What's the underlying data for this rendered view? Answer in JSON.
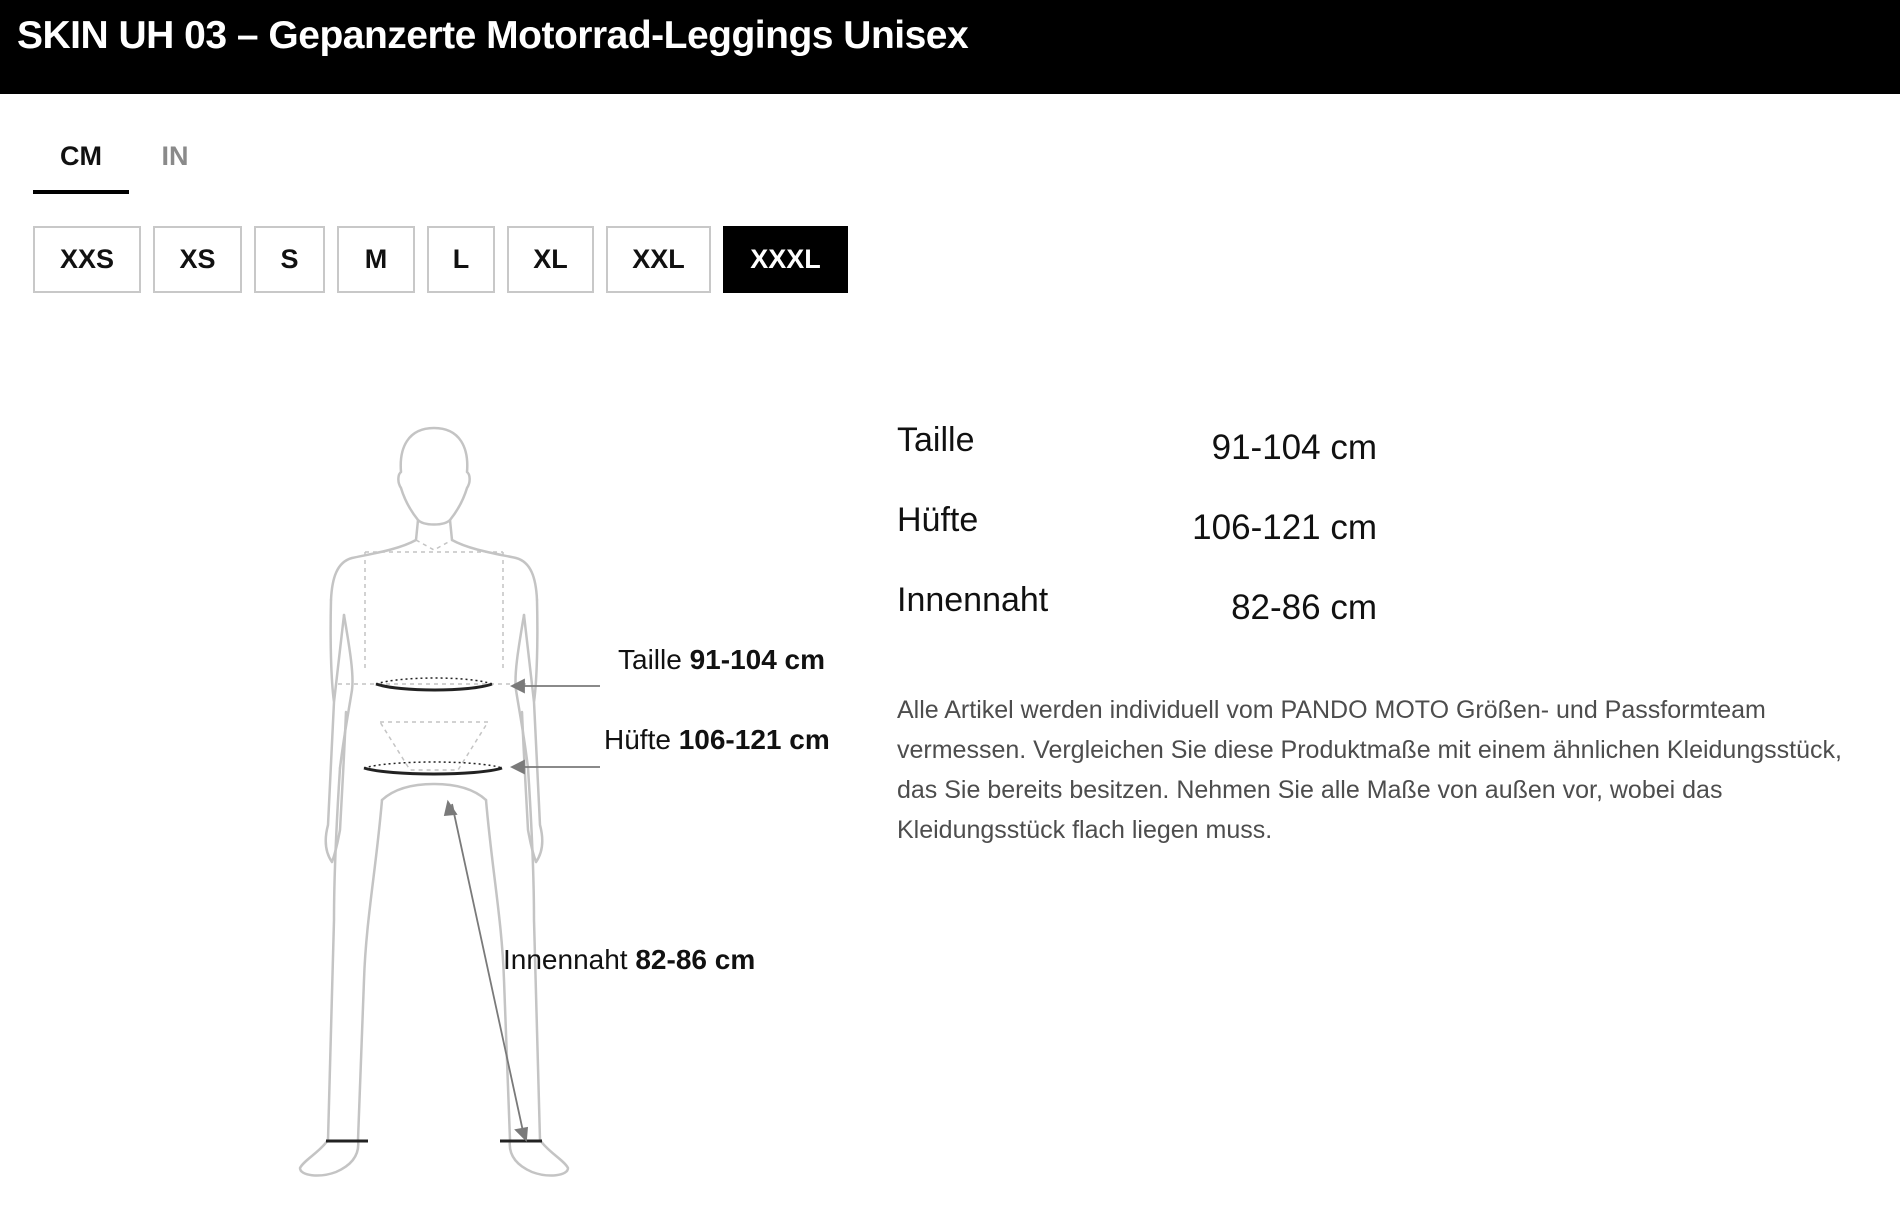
{
  "header": {
    "title": "SKIN UH 03 – Gepanzerte Motorrad-Leggings Unisex"
  },
  "unit_tabs": [
    {
      "label": "CM",
      "active": true
    },
    {
      "label": "IN",
      "active": false
    }
  ],
  "sizes": [
    {
      "label": "XXS",
      "selected": false
    },
    {
      "label": "XS",
      "selected": false
    },
    {
      "label": "S",
      "selected": false
    },
    {
      "label": "M",
      "selected": false
    },
    {
      "label": "L",
      "selected": false
    },
    {
      "label": "XL",
      "selected": false
    },
    {
      "label": "XXL",
      "selected": false
    },
    {
      "label": "XXXL",
      "selected": true
    }
  ],
  "figure": {
    "waist": {
      "name": "Taille",
      "value": "91-104 cm"
    },
    "hip": {
      "name": "Hüfte",
      "value": "106-121 cm"
    },
    "inseam": {
      "name": "Innennaht",
      "value": "82-86 cm"
    }
  },
  "measurements": [
    {
      "label": "Taille",
      "value": "91-104 cm"
    },
    {
      "label": "Hüfte",
      "value": "106-121 cm"
    },
    {
      "label": "Innennaht",
      "value": "82-86 cm"
    }
  ],
  "description": "Alle Artikel werden individuell vom PANDO MOTO Größen- und Passformteam vermessen. Vergleichen Sie diese Produktmaße mit einem ähnlichen Kleidungsstück, das Sie bereits besitzen. Nehmen Sie alle Maße von außen vor, wobei das Kleidungsstück flach liegen muss.",
  "colors": {
    "header_bg": "#000000",
    "selected_bg": "#000000",
    "text": "#111111",
    "muted": "#8a8a8a",
    "border": "#c8c8c8",
    "figure_line": "#c4c4c4"
  }
}
